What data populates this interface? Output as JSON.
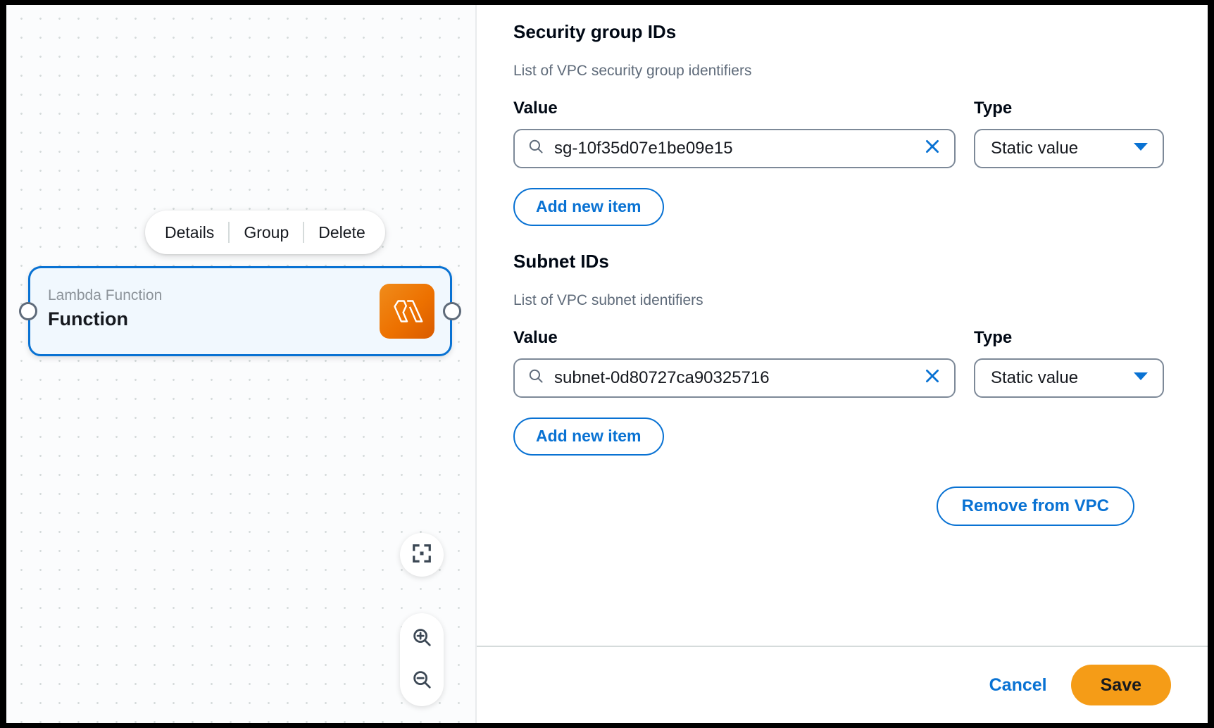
{
  "canvas": {
    "node_toolbar": {
      "items": [
        {
          "label": "Details",
          "name": "details"
        },
        {
          "label": "Group",
          "name": "group"
        },
        {
          "label": "Delete",
          "name": "delete"
        }
      ]
    },
    "node": {
      "subtitle": "Lambda Function",
      "title": "Function",
      "icon": "aws-lambda-icon",
      "accent_color": "#0972d3",
      "icon_color": "#ed7100",
      "fill_color": "#f1f8fe"
    },
    "controls": [
      {
        "name": "fit-view-icon",
        "label": "Fit to view"
      },
      {
        "name": "zoom-in-icon",
        "label": "Zoom in"
      },
      {
        "name": "zoom-out-icon",
        "label": "Zoom out"
      }
    ]
  },
  "panel": {
    "sections": [
      {
        "title": "Security group IDs",
        "description": "List of VPC security group identifiers",
        "value_label": "Value",
        "type_label": "Type",
        "value": "sg-10f35d07e1be09e15",
        "value_placeholder": "Search",
        "type_value": "Static value",
        "add_button": "Add new item",
        "search_icon": "search-icon",
        "clear_icon": "clear-icon",
        "dropdown_icon": "chevron-down-icon"
      },
      {
        "title": "Subnet IDs",
        "description": "List of VPC subnet identifiers",
        "value_label": "Value",
        "type_label": "Type",
        "value": "subnet-0d80727ca90325716",
        "value_placeholder": "Search",
        "type_value": "Static value",
        "add_button": "Add new item",
        "search_icon": "search-icon",
        "clear_icon": "clear-icon",
        "dropdown_icon": "chevron-down-icon"
      }
    ],
    "remove_button": "Remove from VPC",
    "footer": {
      "cancel": "Cancel",
      "save": "Save"
    }
  },
  "colors": {
    "link_blue": "#0972d3",
    "save_orange": "#f59c17",
    "border_grey": "#7d8998"
  }
}
